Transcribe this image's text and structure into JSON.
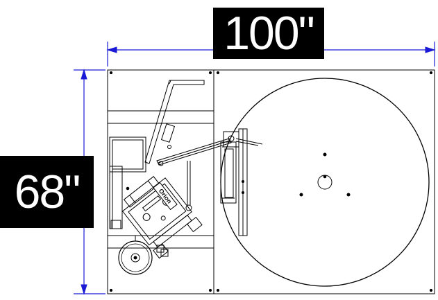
{
  "dimensions": {
    "width_label": "100\"",
    "height_label": "68\""
  },
  "drawing": {
    "machine_label": "Orion",
    "colors": {
      "dimension_line": "#1a1ad6",
      "outline": "#000000",
      "label_background": "#000000",
      "label_text": "#ffffff"
    }
  }
}
